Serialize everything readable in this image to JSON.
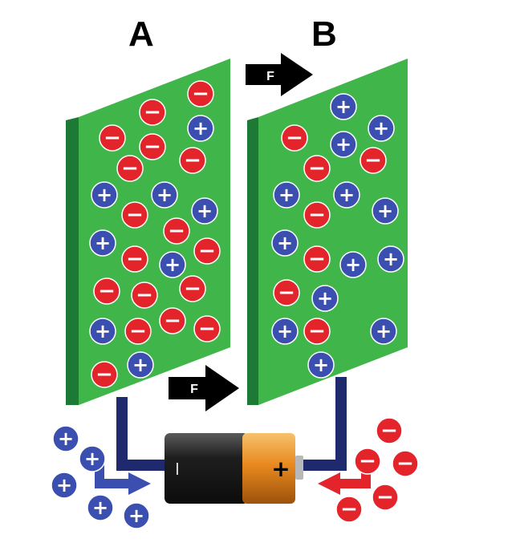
{
  "plates": {
    "a_label": "A",
    "b_label": "B"
  },
  "force": {
    "label": "F"
  },
  "battery": {
    "negative_terminal": "I",
    "positive_terminal": "+"
  },
  "charge_symbols": {
    "positive": "+",
    "negative": "−"
  },
  "colors": {
    "plate_face": "#3fb54a",
    "plate_edge": "#1c7a36",
    "positive_charge": "#3b4fb0",
    "negative_charge": "#e4242b",
    "wire": "#1f2a6e",
    "battery_body": "#1e1e1e",
    "battery_cap": "#e8891e",
    "arrow": "#000000"
  }
}
